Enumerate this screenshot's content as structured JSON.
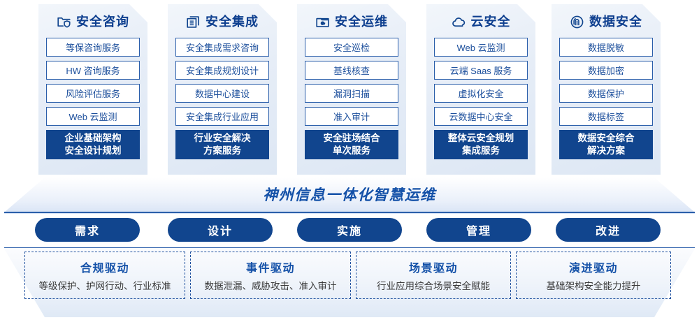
{
  "theme": {
    "primary_dark": "#11458E",
    "primary": "#1451A8",
    "border_blue": "#2A5EAA",
    "card_bg_start": "#F2F6FB",
    "card_bg_end": "#DDE7F4",
    "text_body": "#3A3A3A"
  },
  "cards": [
    {
      "icon": "folder-shield-icon",
      "title": "安全咨询",
      "items": [
        "等保咨询服务",
        "HW 咨询服务",
        "风险评估服务",
        "Web 云监测"
      ],
      "highlight": "企业基础架构\n安全设计规划",
      "highlight_line1": "企业基础架构",
      "highlight_line2": "安全设计规划"
    },
    {
      "icon": "document-stack-icon",
      "title": "安全集成",
      "items": [
        "安全集成需求咨询",
        "安全集成规划设计",
        "数据中心建设",
        "安全集成行业应用"
      ],
      "highlight_line1": "行业安全解决",
      "highlight_line2": "方案服务"
    },
    {
      "icon": "folder-chart-icon",
      "title": "安全运维",
      "items": [
        "安全巡检",
        "基线核查",
        "漏洞扫描",
        "准入审计"
      ],
      "highlight_line1": "安全驻场结合",
      "highlight_line2": "单次服务"
    },
    {
      "icon": "cloud-icon",
      "title": "云安全",
      "items": [
        "Web 云监测",
        "云端 Saas 服务",
        "虚拟化安全",
        "云数据中心安全"
      ],
      "highlight_line1": "整体云安全规划",
      "highlight_line2": "集成服务"
    },
    {
      "icon": "fingerprint-icon",
      "title": "数据安全",
      "items": [
        "数据脱敏",
        "数据加密",
        "数据保护",
        "数据标签"
      ],
      "highlight_line1": "数据安全综合",
      "highlight_line2": "解决方案"
    }
  ],
  "banner": {
    "text": "神州信息一体化智慧运维"
  },
  "pills": [
    {
      "label": "需求"
    },
    {
      "label": "设计"
    },
    {
      "label": "实施"
    },
    {
      "label": "管理"
    },
    {
      "label": "改进"
    }
  ],
  "drivers": [
    {
      "title": "合规驱动",
      "desc": "等级保护、护网行动、行业标准"
    },
    {
      "title": "事件驱动",
      "desc": "数据泄漏、威胁攻击、准入审计"
    },
    {
      "title": "场景驱动",
      "desc": "行业应用综合场景安全赋能"
    },
    {
      "title": "演进驱动",
      "desc": "基础架构安全能力提升"
    }
  ]
}
